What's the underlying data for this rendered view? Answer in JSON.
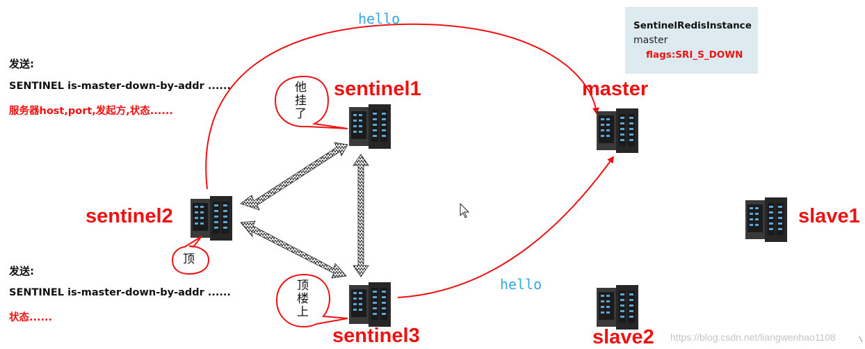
{
  "nodes": {
    "sentinel1": "sentinel1",
    "sentinel2": "sentinel2",
    "sentinel3": "sentinel3",
    "master": "master",
    "slave1": "slave1",
    "slave2": "slave2"
  },
  "messages": {
    "hello_top": "hello",
    "hello_bottom": "hello"
  },
  "note_top": {
    "title": "发送:",
    "command": "SENTINEL is-master-down-by-addr ......",
    "params": "服务器host,port,发起方,状态......"
  },
  "note_bottom": {
    "title": "发送:",
    "command": "SENTINEL is-master-down-by-addr ......",
    "params": "状态......"
  },
  "info_box": {
    "class_name": "SentinelRedisInstance",
    "role": "master",
    "flags": "flags:SRI_S_DOWN"
  },
  "bubbles": {
    "sentinel1": [
      "他",
      "挂",
      "了"
    ],
    "sentinel2": "顶",
    "sentinel3": [
      "顶",
      "楼",
      "上"
    ]
  },
  "watermark": "https://blog.csdn.net/liangwenhao1108",
  "colors": {
    "accent_red": "#ee1111",
    "hello_blue": "#35a8e0",
    "info_bg": "#ddebf1",
    "server_dark": "#2e2e2e",
    "server_light": "#57a6d6"
  },
  "icons": [
    "server-icon",
    "mouse-cursor-icon",
    "speech-bubble-icon"
  ]
}
